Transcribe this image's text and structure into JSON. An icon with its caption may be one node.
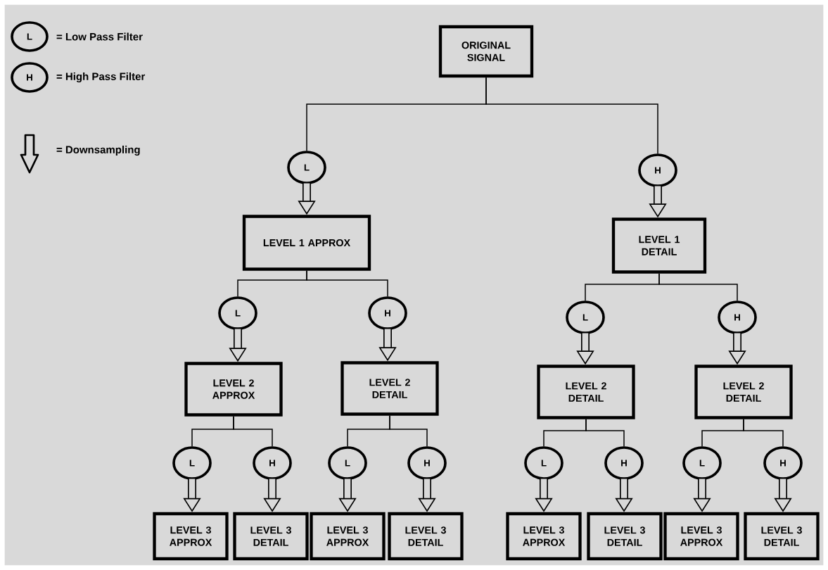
{
  "diagram": {
    "nodes": [
      {
        "text": [
          "ORIGINAL SIGNAL"
        ]
      },
      {
        "text": [
          "L"
        ]
      },
      {
        "text": [
          "H"
        ]
      },
      {
        "text": [
          "LEVEL 1 APPROX"
        ]
      },
      {
        "text": [
          "LEVEL 1 DETAIL"
        ]
      },
      {
        "text": [
          "L"
        ]
      },
      {
        "text": [
          "H"
        ]
      },
      {
        "text": [
          "L"
        ]
      },
      {
        "text": [
          "H"
        ]
      },
      {
        "text": [
          "LEVEL 2 APPROX"
        ]
      },
      {
        "text": [
          "LEVEL 2 DETAIL"
        ]
      },
      {
        "text": [
          "LEVEL 2 DETAIL"
        ]
      },
      {
        "text": [
          "LEVEL 2 DETAIL"
        ]
      },
      {
        "text": [
          "L"
        ]
      },
      {
        "text": [
          "H"
        ]
      },
      {
        "text": [
          "L"
        ]
      },
      {
        "text": [
          "H"
        ]
      },
      {
        "text": [
          "L"
        ]
      },
      {
        "text": [
          "H"
        ]
      },
      {
        "text": [
          "L"
        ]
      },
      {
        "text": [
          "H"
        ]
      },
      {
        "text": [
          "LEVEL 3 APPROX"
        ]
      },
      {
        "text": [
          "LEVEL 3 DETAIL"
        ]
      },
      {
        "text": [
          "LEVEL 3 APPROX"
        ]
      },
      {
        "text": [
          "LEVEL 3 DETAIL"
        ]
      },
      {
        "text": [
          "LEVEL 3 APPROX"
        ]
      },
      {
        "text": [
          "LEVEL 3 DETAIL"
        ]
      },
      {
        "text": [
          "LEVEL 3 APPROX"
        ]
      },
      {
        "text": [
          "LEVEL 3 DETAIL"
        ]
      }
    ],
    "edges": [
      {
        "from": 0,
        "to": 1,
        "arrow": "none"
      },
      {
        "from": 0,
        "to": 2,
        "arrow": "none"
      },
      {
        "from": 1,
        "to": 3,
        "arrow": "to",
        "style": "thick"
      },
      {
        "from": 2,
        "to": 4,
        "arrow": "to",
        "style": "thick"
      },
      {
        "from": 3,
        "to": 5,
        "arrow": "none"
      },
      {
        "from": 3,
        "to": 6,
        "arrow": "none"
      },
      {
        "from": 4,
        "to": 7,
        "arrow": "none"
      },
      {
        "from": 4,
        "to": 8,
        "arrow": "none"
      },
      {
        "from": 5,
        "to": 9,
        "arrow": "to",
        "style": "thick"
      },
      {
        "from": 6,
        "to": 10,
        "arrow": "to",
        "style": "thick"
      },
      {
        "from": 7,
        "to": 11,
        "arrow": "to",
        "style": "thick"
      },
      {
        "from": 8,
        "to": 12,
        "arrow": "to",
        "style": "thick"
      },
      {
        "from": 9,
        "to": 13,
        "arrow": "none"
      },
      {
        "from": 9,
        "to": 14,
        "arrow": "none"
      },
      {
        "from": 10,
        "to": 15,
        "arrow": "none"
      },
      {
        "from": 10,
        "to": 16,
        "arrow": "none"
      },
      {
        "from": 11,
        "to": 17,
        "arrow": "none"
      },
      {
        "from": 11,
        "to": 18,
        "arrow": "none"
      },
      {
        "from": 12,
        "to": 19,
        "arrow": "none"
      },
      {
        "from": 12,
        "to": 20,
        "arrow": "none"
      },
      {
        "from": 13,
        "to": 21,
        "arrow": "to",
        "style": "thick"
      },
      {
        "from": 14,
        "to": 22,
        "arrow": "to",
        "style": "thick"
      },
      {
        "from": 15,
        "to": 23,
        "arrow": "to",
        "style": "thick"
      },
      {
        "from": 16,
        "to": 24,
        "arrow": "to",
        "style": "thick"
      },
      {
        "from": 17,
        "to": 25,
        "arrow": "to",
        "style": "thick"
      },
      {
        "from": 18,
        "to": 26,
        "arrow": "to",
        "style": "thick"
      },
      {
        "from": 19,
        "to": 27,
        "arrow": "to",
        "style": "thick"
      },
      {
        "from": 20,
        "to": 28,
        "arrow": "to",
        "style": "thick"
      }
    ],
    "labels": [
      "L",
      "H"
    ],
    "legend": [
      {
        "text": "= Low Pass Filter"
      },
      {
        "text": "= High Pass Filter"
      },
      {
        "text": "= Downsampling"
      }
    ]
  }
}
